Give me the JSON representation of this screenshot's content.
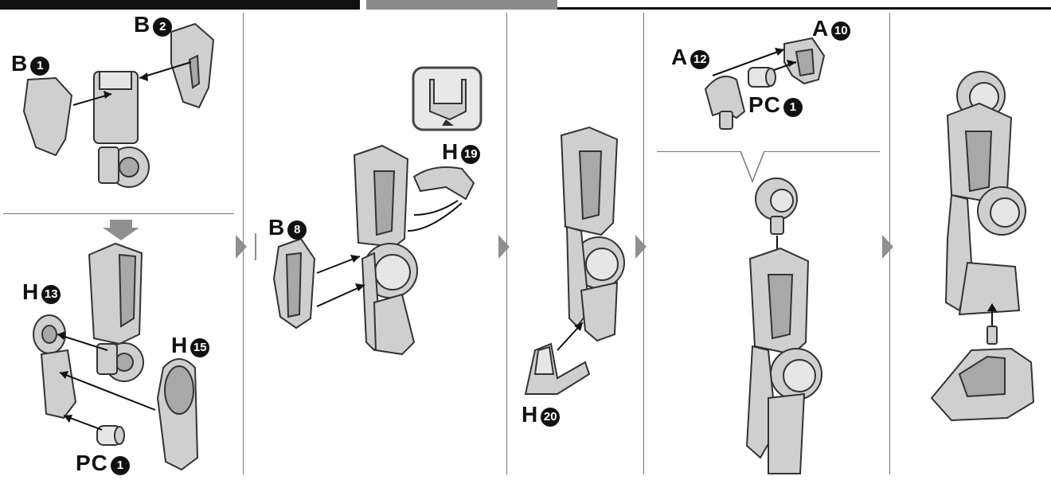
{
  "labels": {
    "b1": "B",
    "b1_num": "1",
    "b2": "B",
    "b2_num": "2",
    "h13": "H",
    "h13_num": "13",
    "h15": "H",
    "h15_num": "15",
    "pc1a": "PC",
    "pc1a_num": "1",
    "b8": "B",
    "b8_num": "8",
    "h19": "H",
    "h19_num": "19",
    "h20": "H",
    "h20_num": "20",
    "a12": "A",
    "a12_num": "12",
    "a10": "A",
    "a10_num": "10",
    "pc1b": "PC",
    "pc1b_num": "1"
  },
  "colors": {
    "part": "#cfcfcf",
    "part_dark": "#a8a8a8",
    "step_arrow": "#8f8f8f"
  }
}
